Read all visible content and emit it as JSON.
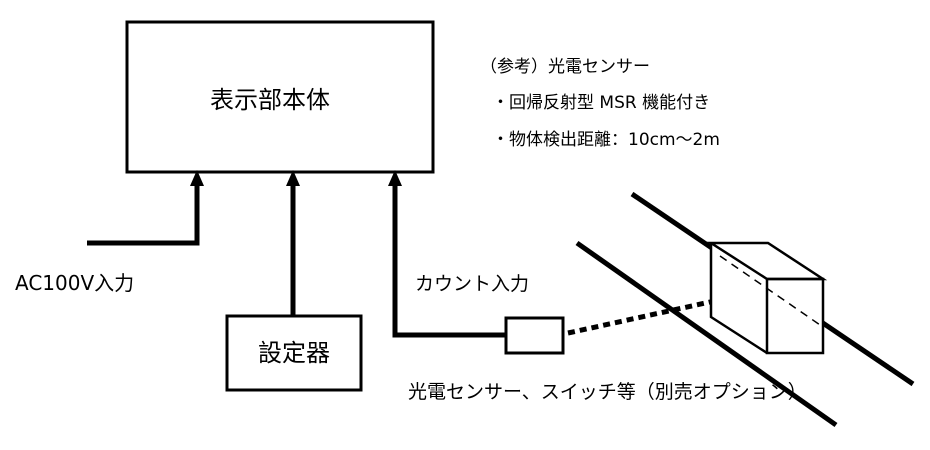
{
  "main_unit": {
    "label": "表示部本体"
  },
  "setter": {
    "label": "設定器"
  },
  "power_input": {
    "label": "AC100V入力"
  },
  "count_input": {
    "label": "カウント入力"
  },
  "sensor": {
    "label": "光電センサー、スイッチ等（別売オプション）"
  },
  "reference": {
    "title": "（参考）光電センサー",
    "items": [
      "・回帰反射型 MSR 機能付き",
      "・物体検出距離：10cm～2m"
    ]
  },
  "colors": {
    "line": "#000000",
    "background": "#ffffff"
  }
}
